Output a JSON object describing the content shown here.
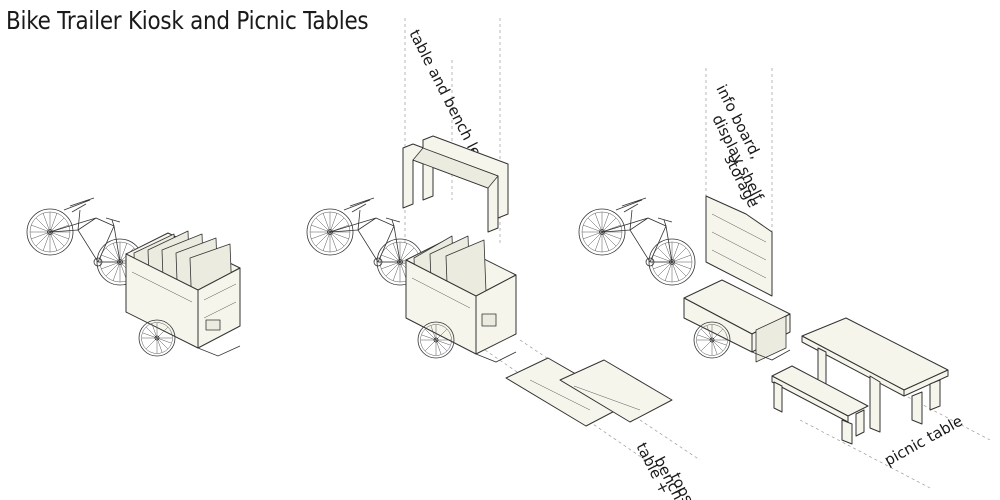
{
  "title": "Bike Trailer Kiosk and Picnic Tables",
  "labels": {
    "legs": "table and bench legs",
    "info_line1": "info board,",
    "info_line2": "display shelf,",
    "info_line3": "storage",
    "tops_line1": "table +",
    "tops_line2": "bench",
    "tops_line3": "tops",
    "picnic": "picnic table"
  }
}
